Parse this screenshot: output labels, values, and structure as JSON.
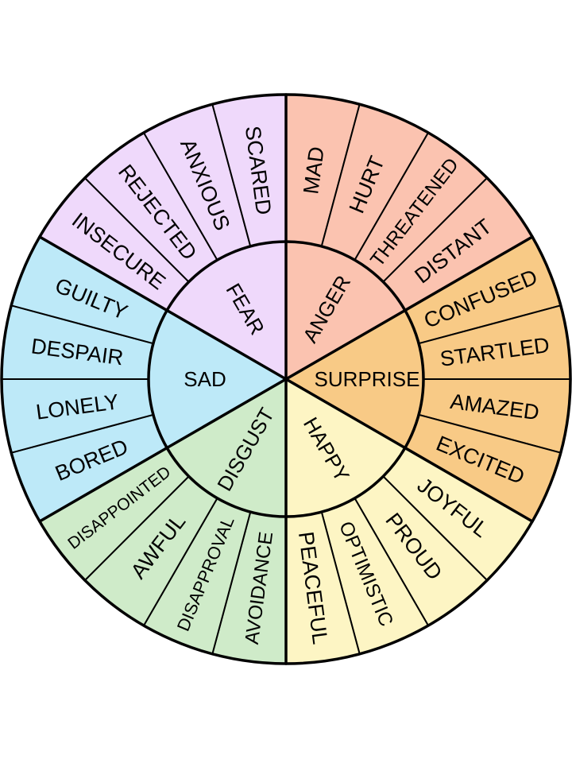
{
  "wheel": {
    "background_color": "#FFFFFF",
    "outline_color": "#000000",
    "segments": [
      {
        "id": "anger",
        "label": "ANGER",
        "color": "#FBC3B0",
        "children": [
          "MAD",
          "HURT",
          "THREATENED",
          "DISTANT"
        ]
      },
      {
        "id": "surprise",
        "label": "SURPRISE",
        "color": "#F8CA86",
        "children": [
          "CONFUSED",
          "STARTLED",
          "AMAZED",
          "EXCITED"
        ]
      },
      {
        "id": "happy",
        "label": "HAPPY",
        "color": "#FDF5C4",
        "children": [
          "JOYFUL",
          "PROUD",
          "OPTIMISTIC",
          "PEACEFUL"
        ]
      },
      {
        "id": "disgust",
        "label": "DISGUST",
        "color": "#CFEBC9",
        "children": [
          "AVOIDANCE",
          "DISAPPROVAL",
          "AWFUL",
          "DISAPPOINTED"
        ]
      },
      {
        "id": "sad",
        "label": "SAD",
        "color": "#BDE9F8",
        "children": [
          "BORED",
          "LONELY",
          "DESPAIR",
          "GUILTY"
        ]
      },
      {
        "id": "fear",
        "label": "FEAR",
        "color": "#EFD9FB",
        "children": [
          "INSECURE",
          "REJECTED",
          "ANXIOUS",
          "SCARED"
        ]
      }
    ]
  }
}
